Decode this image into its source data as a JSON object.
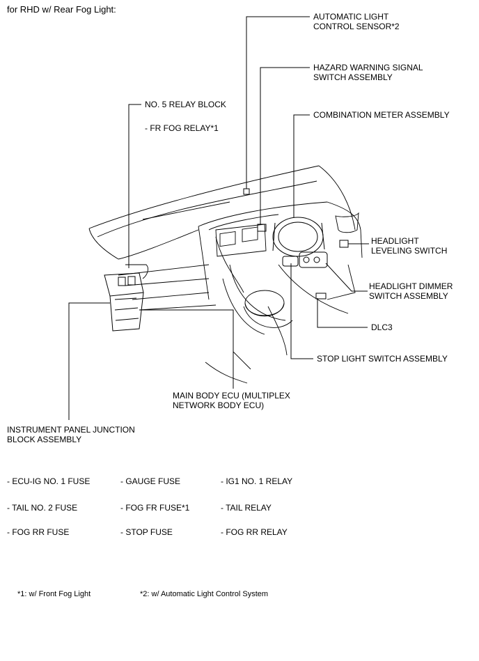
{
  "header": {
    "title": "for RHD w/ Rear Fog Light:"
  },
  "labels": {
    "auto_light_sensor": [
      "AUTOMATIC LIGHT",
      "CONTROL SENSOR*2"
    ],
    "hazard_switch": [
      "HAZARD WARNING SIGNAL",
      "SWITCH ASSEMBLY"
    ],
    "relay_block": "NO. 5 RELAY BLOCK",
    "fr_fog_relay": "- FR FOG RELAY*1",
    "combination_meter": "COMBINATION METER ASSEMBLY",
    "leveling_switch": [
      "HEADLIGHT",
      "LEVELING SWITCH"
    ],
    "dimmer_switch": [
      "HEADLIGHT DIMMER",
      "SWITCH ASSEMBLY"
    ],
    "dlc3": "DLC3",
    "stop_light_switch": "STOP LIGHT SWITCH ASSEMBLY",
    "main_body_ecu": [
      "MAIN BODY ECU (MULTIPLEX",
      "NETWORK BODY ECU)"
    ],
    "junction_block": [
      "INSTRUMENT PANEL JUNCTION",
      "BLOCK ASSEMBLY"
    ]
  },
  "junction_block_contents": [
    [
      "- ECU-IG NO. 1 FUSE",
      "- GAUGE FUSE",
      "- IG1 NO. 1 RELAY"
    ],
    [
      "- TAIL NO. 2 FUSE",
      "- FOG FR FUSE*1",
      "- TAIL RELAY"
    ],
    [
      "- FOG RR FUSE",
      "- STOP FUSE",
      "- FOG RR RELAY"
    ]
  ],
  "footnotes": [
    "*1: w/ Front Fog Light",
    "*2: w/ Automatic Light Control System"
  ]
}
